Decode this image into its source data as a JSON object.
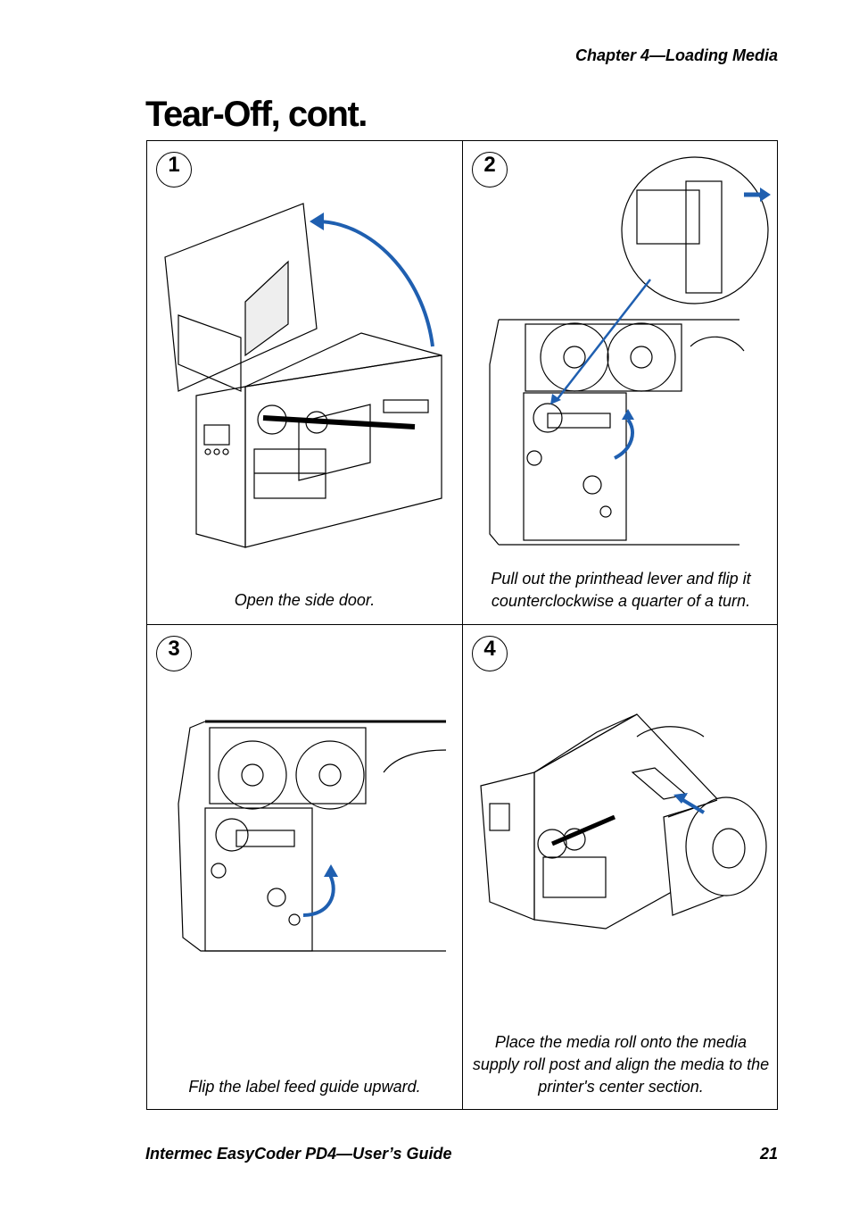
{
  "header": {
    "chapter": "Chapter 4—Loading Media"
  },
  "page_title": "Tear-Off, cont.",
  "steps": [
    {
      "number": "1",
      "caption": "Open the side door."
    },
    {
      "number": "2",
      "caption": "Pull out the printhead lever and flip it counterclockwise a quarter of a turn."
    },
    {
      "number": "3",
      "caption": "Flip the label feed guide upward."
    },
    {
      "number": "4",
      "caption": "Place the media roll onto the media supply roll post and align the media to the printer's center section."
    }
  ],
  "footer": {
    "guide_title": "Intermec EasyCoder PD4—User’s Guide",
    "page_number": "21"
  },
  "colors": {
    "arrow": "#1f5fb0",
    "line": "#000000"
  }
}
